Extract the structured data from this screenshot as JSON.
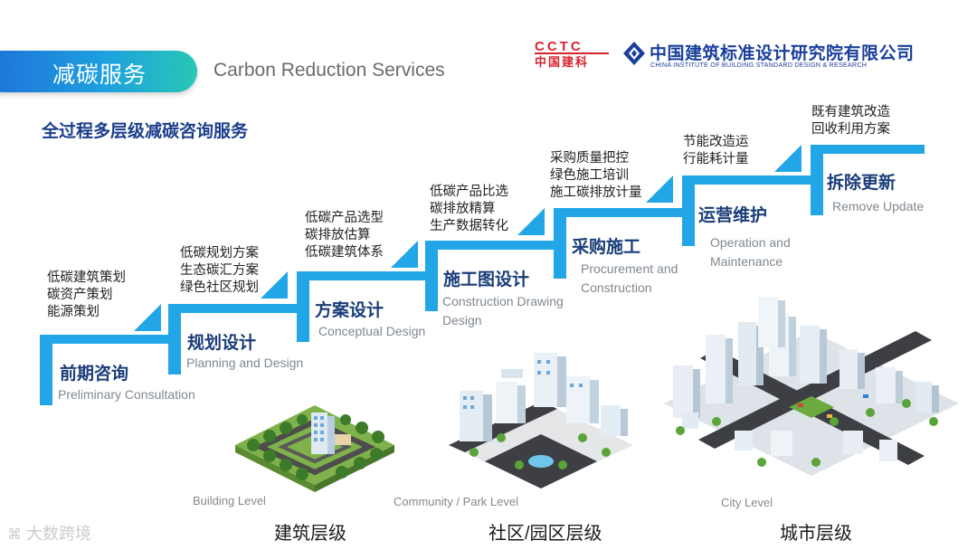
{
  "header": {
    "title_cn": "减碳服务",
    "title_en": "Carbon Reduction Services",
    "section_heading": "全过程多层级减碳咨询服务"
  },
  "logos": {
    "cctc_text_top": "CCTC",
    "cctc_text_bottom": "中国建科",
    "institute_name_cn": "中国建筑标准设计研究院有限公司",
    "institute_name_en": "CHINA INSTITUTE OF BUILDING STANDARD DESIGN & RESEARCH"
  },
  "colors": {
    "step_blue": "#22a6e8",
    "heading_blue": "#1b3e8c",
    "logo_red": "#d7232e",
    "logo_blue": "#1a3f9c"
  },
  "stages": [
    {
      "name_cn": "前期咨询",
      "name_en": "Preliminary Consultation",
      "tasks": [
        "低碳建筑策划",
        "碳资产策划",
        "能源策划"
      ]
    },
    {
      "name_cn": "规划设计",
      "name_en": "Planning and Design",
      "tasks": [
        "低碳规划方案",
        "生态碳汇方案",
        "绿色社区规划"
      ]
    },
    {
      "name_cn": "方案设计",
      "name_en": "Conceptual Design",
      "tasks": [
        "低碳产品选型",
        "碳排放估算",
        "低碳建筑体系"
      ]
    },
    {
      "name_cn": "施工图设计",
      "name_en": "Construction Drawing Design",
      "tasks": [
        "低碳产品比选",
        "碳排放精算",
        "生产数据转化"
      ]
    },
    {
      "name_cn": "采购施工",
      "name_en": "Procurement and Construction",
      "tasks": [
        "采购质量把控",
        "绿色施工培训",
        "施工碳排放计量"
      ]
    },
    {
      "name_cn": "运营维护",
      "name_en": "Operation and Maintenance",
      "tasks": [
        "节能改造运",
        "行能耗计量"
      ]
    },
    {
      "name_cn": "拆除更新",
      "name_en": "Remove Update",
      "tasks": [
        "既有建筑改造",
        "回收利用方案"
      ]
    }
  ],
  "levels": [
    {
      "name_en": "Building Level",
      "name_cn": "建筑层级",
      "icon": "building-level-illustration"
    },
    {
      "name_en": "Community / Park Level",
      "name_cn": "社区/园区层级",
      "icon": "community-level-illustration"
    },
    {
      "name_en": "City Level",
      "name_cn": "城市层级",
      "icon": "city-level-illustration"
    }
  ],
  "watermark": "大数跨境"
}
